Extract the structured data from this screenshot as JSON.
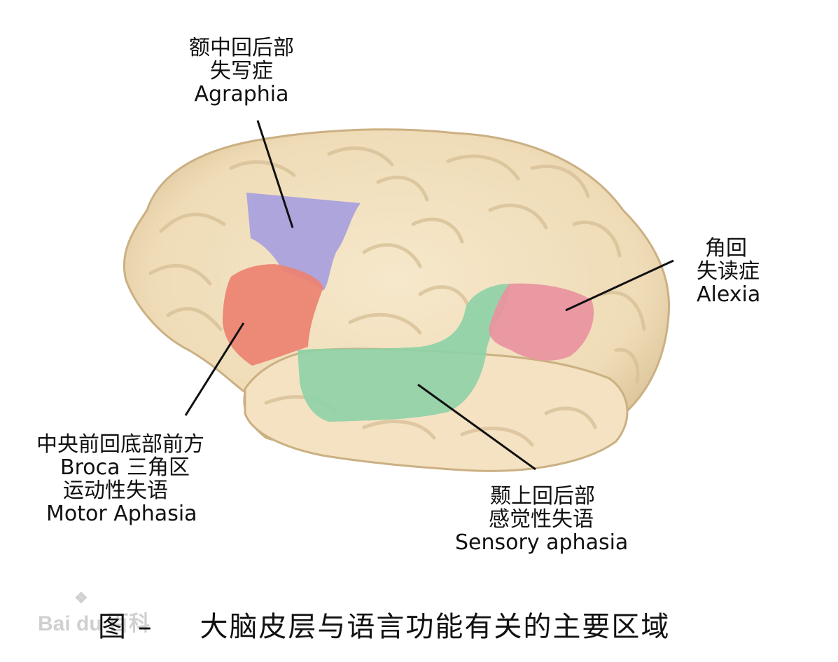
{
  "labels": {
    "agraphia": [
      "额中回后部",
      "失写症",
      "Agraphia"
    ],
    "alexia": [
      "角回",
      "失读症",
      "Alexia"
    ],
    "broca": [
      "中央前回底部前方",
      "Broca 三角区",
      "运动性失语",
      "Motor Aphasia"
    ],
    "sensory": [
      "颞上回后部",
      "感觉性失语",
      "Sensory aphasia"
    ]
  },
  "caption": {
    "prefix": "图 –",
    "text": "大脑皮层与语言功能有关的主要区域"
  },
  "watermark": "Bai du 百科",
  "colors": {
    "brain": "#f1dfbd",
    "brain_shadow": "#d7c198",
    "agraphia_area": "#a7a0de",
    "broca_area": "#eb8271",
    "sensory_area": "#8fd1a7",
    "alexia_area": "#e9929f"
  }
}
